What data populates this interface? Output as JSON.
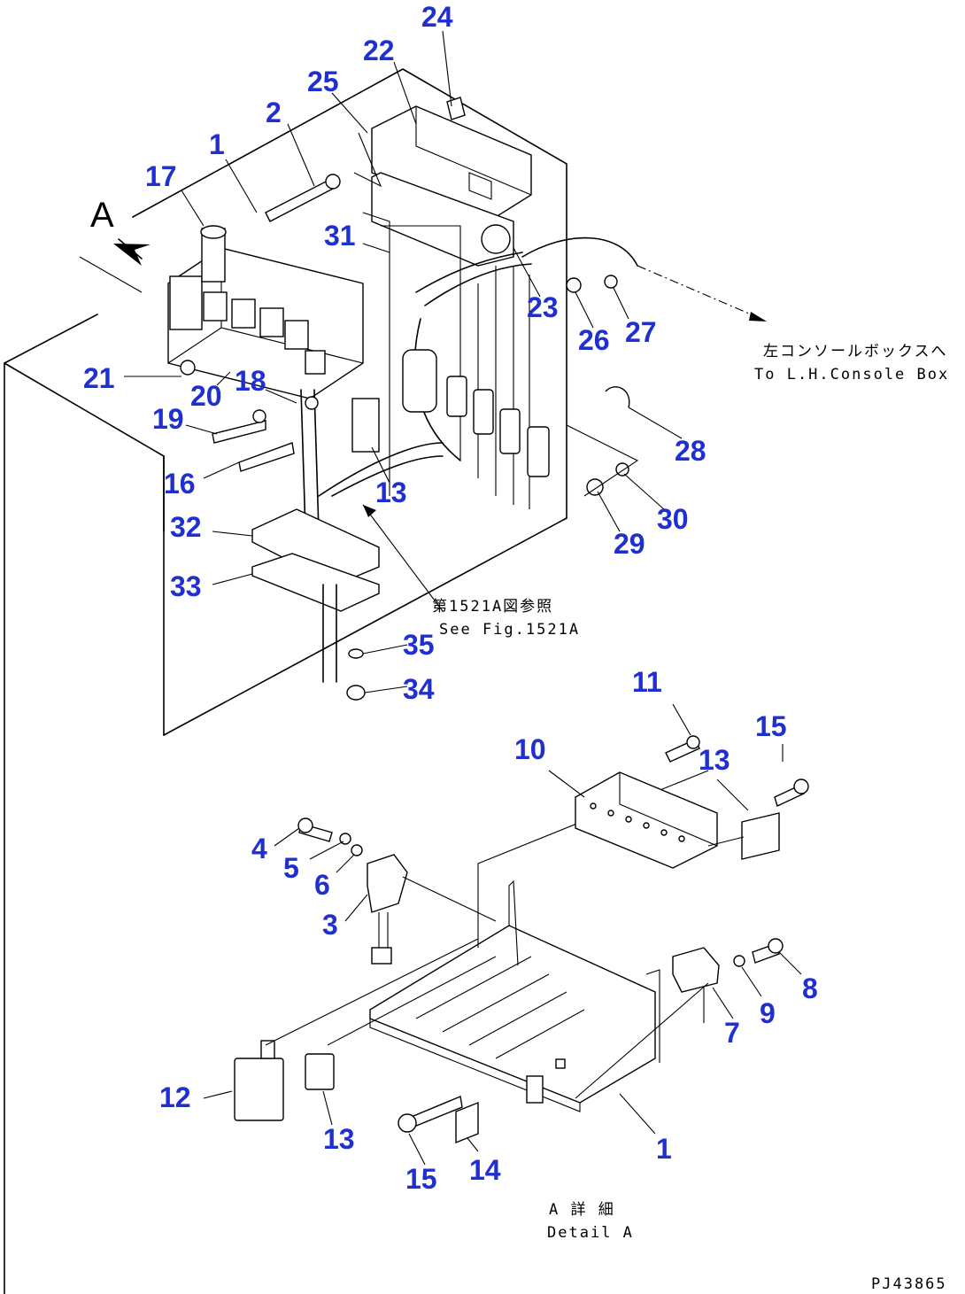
{
  "view_label": "A",
  "notes": {
    "console_jp": "左コンソールボックスへ",
    "console_en": "To L.H.Console Box",
    "see_fig_jp": "第1521A図参照",
    "see_fig_en": "See Fig.1521A",
    "detail_jp": "A 詳 細",
    "detail_en": "Detail A",
    "drawing_code": "PJ43865"
  },
  "callouts": {
    "c24": "24",
    "c22": "22",
    "c25": "25",
    "c2": "2",
    "c1": "1",
    "c17": "17",
    "c31": "31",
    "c23": "23",
    "c26": "26",
    "c27": "27",
    "c21": "21",
    "c20": "20",
    "c18": "18",
    "c19": "19",
    "c16": "16",
    "c13a": "13",
    "c28": "28",
    "c30": "30",
    "c29": "29",
    "c32": "32",
    "c33": "33",
    "c35": "35",
    "c34": "34",
    "c11": "11",
    "c15a": "15",
    "c10": "10",
    "c13b": "13",
    "c4": "4",
    "c5": "5",
    "c6": "6",
    "c3": "3",
    "c8": "8",
    "c9": "9",
    "c7": "7",
    "c12": "12",
    "c13c": "13",
    "c15b": "15",
    "c14": "14",
    "c1b": "1"
  }
}
